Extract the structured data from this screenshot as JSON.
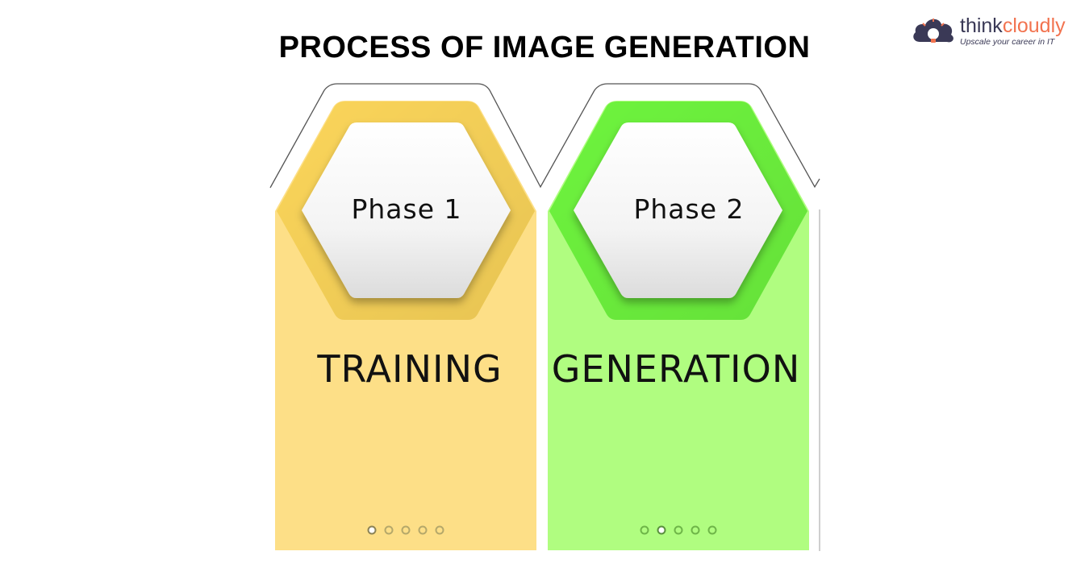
{
  "title": "PROCESS OF IMAGE GENERATION",
  "logo": {
    "name_part1": "think",
    "name_part2": "cloudly",
    "tagline": "Upscale your career in IT",
    "colors": {
      "dark": "#3a3956",
      "accent": "#f2734f"
    }
  },
  "cards": [
    {
      "phase": "Phase 1",
      "stage": "TRAINING",
      "fill_color": "#fddf87",
      "ring_color": "#fbd55a",
      "pager_total": 5,
      "pager_active": 1
    },
    {
      "phase": "Phase 2",
      "stage": "GENERATION",
      "fill_color": "#b0fd80",
      "ring_color": "#6ef43e",
      "pager_total": 5,
      "pager_active": 2
    }
  ]
}
